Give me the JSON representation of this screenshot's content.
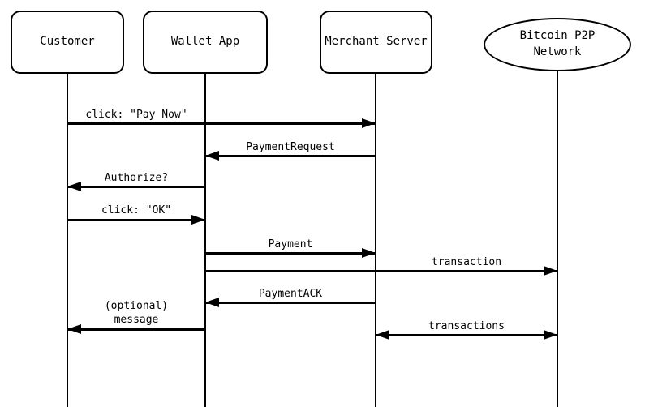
{
  "diagram": {
    "type": "sequence",
    "colors": {
      "line": "#000000",
      "text": "#000000",
      "background": "#ffffff"
    },
    "participants": [
      {
        "id": "customer",
        "label": "Customer",
        "shape": "rounded-rect"
      },
      {
        "id": "wallet-app",
        "label": "Wallet App",
        "shape": "rounded-rect"
      },
      {
        "id": "merchant-server",
        "label": "Merchant Server",
        "shape": "rounded-rect"
      },
      {
        "id": "bitcoin-p2p-network",
        "label": "Bitcoin P2P\nNetwork",
        "shape": "ellipse"
      }
    ],
    "messages": [
      {
        "label": "click: \"Pay Now\"",
        "from": "customer",
        "to": "merchant-server",
        "arrow": "single-right"
      },
      {
        "label": "PaymentRequest",
        "from": "merchant-server",
        "to": "wallet-app",
        "arrow": "single-left"
      },
      {
        "label": "Authorize?",
        "from": "wallet-app",
        "to": "customer",
        "arrow": "single-left"
      },
      {
        "label": "click: \"OK\"",
        "from": "customer",
        "to": "wallet-app",
        "arrow": "single-right"
      },
      {
        "label": "Payment",
        "from": "wallet-app",
        "to": "merchant-server",
        "arrow": "single-right"
      },
      {
        "label": "transaction",
        "from": "wallet-app",
        "to": "bitcoin-p2p-network",
        "arrow": "single-right"
      },
      {
        "label": "PaymentACK",
        "from": "merchant-server",
        "to": "wallet-app",
        "arrow": "single-left"
      },
      {
        "label": "(optional)\nmessage",
        "from": "wallet-app",
        "to": "customer",
        "arrow": "single-left"
      },
      {
        "label": "transactions",
        "from": "merchant-server",
        "to": "bitcoin-p2p-network",
        "arrow": "double"
      }
    ]
  }
}
